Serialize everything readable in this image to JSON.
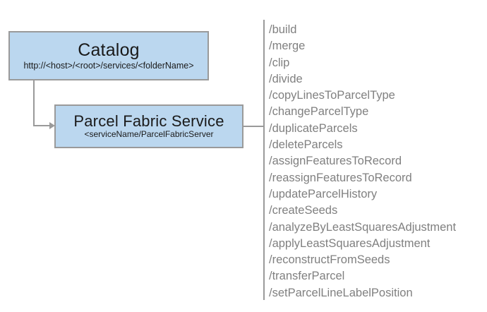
{
  "diagram": {
    "type": "service-architecture-diagram",
    "colors": {
      "node_fill": "#bbd7ef",
      "node_border": "#9a9a9a",
      "connector": "#9a9a9a",
      "operation_text": "#808080",
      "node_text": "#1a1a1a",
      "background": "#ffffff"
    },
    "nodes": [
      {
        "id": "catalog",
        "title": "Catalog",
        "subtitle": "http://<host>/<root>/services/<folderName>"
      },
      {
        "id": "parcel-fabric-service",
        "title": "Parcel Fabric Service",
        "subtitle": "<serviceName/ParcelFabricServer"
      }
    ],
    "operations": [
      "/build",
      "/merge",
      "/clip",
      "/divide",
      "/copyLinesToParcelType",
      "/changeParcelType",
      "/duplicateParcels",
      "/deleteParcels",
      "/assignFeaturesToRecord",
      "/reassignFeaturesToRecord",
      "/updateParcelHistory",
      "/createSeeds",
      "/analyzeByLeastSquaresAdjustment",
      "/applyLeastSquaresAdjustment",
      "/reconstructFromSeeds",
      "/transferParcel",
      "/setParcelLineLabelPosition"
    ]
  }
}
